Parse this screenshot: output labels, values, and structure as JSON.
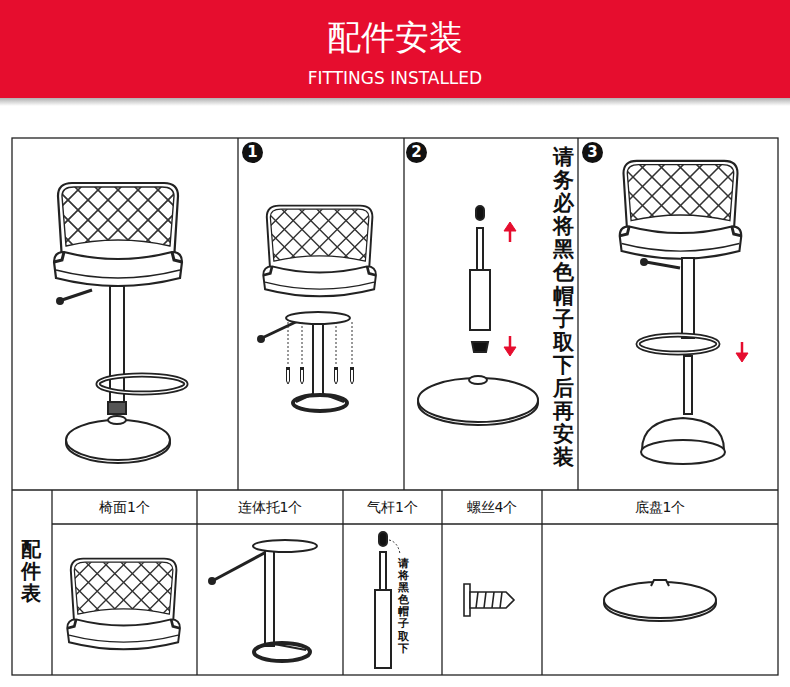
{
  "diagram": {
    "nodes": [
      {
        "text": [
          "配件安装",
          "FITTINGS INSTALLED"
        ]
      }
    ],
    "labels": [
      "1",
      "2",
      "请务必将黑色帽子取下后再安装",
      "3",
      "配件表",
      "椅面1个",
      "连体托1个",
      "气杆1个",
      "螺丝4个",
      "底盘1个",
      "请将黑色帽子取下"
    ]
  }
}
